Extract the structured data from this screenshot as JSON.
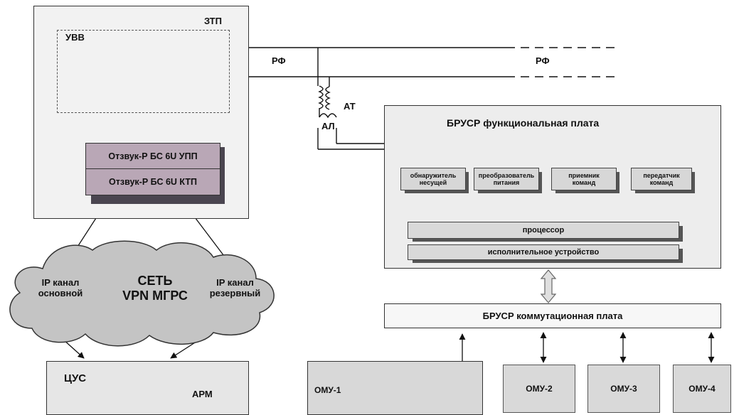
{
  "ztp": {
    "title": "ЗТП",
    "uvv": "УВВ"
  },
  "rf_left": "РФ",
  "rf_right": "РФ",
  "at": "АТ",
  "al": "АЛ",
  "bs_upp": "Отзвук-Р БС 6U УПП",
  "bs_ktp": "Отзвук-Р БС 6U КТП",
  "cloud": {
    "title_line1": "СЕТЬ",
    "title_line2": "VPN МГРС",
    "left_line1": "IP канал",
    "left_line2": "основной",
    "right_line1": "IP канал",
    "right_line2": "резервный"
  },
  "cus": {
    "title": "ЦУС",
    "arm": "АРМ"
  },
  "brusr_func": {
    "title": "БРУСР функциональная плата",
    "modules": [
      {
        "line1": "обнаружитель",
        "line2": "несущей"
      },
      {
        "line1": "преобразователь",
        "line2": "питания"
      },
      {
        "line1": "приемник",
        "line2": "команд"
      },
      {
        "line1": "передатчик",
        "line2": "команд"
      }
    ],
    "processor": "процессор",
    "actuator": "исполнительное устройство"
  },
  "brusr_comm": {
    "title": "БРУСР коммутационная плата"
  },
  "omu": [
    "ОМУ-1",
    "ОМУ-2",
    "ОМУ-3",
    "ОМУ-4"
  ],
  "colors": {
    "bs_block": "#b9a7b6",
    "cloud": "#c4c4c4",
    "panel": "#ededed"
  }
}
